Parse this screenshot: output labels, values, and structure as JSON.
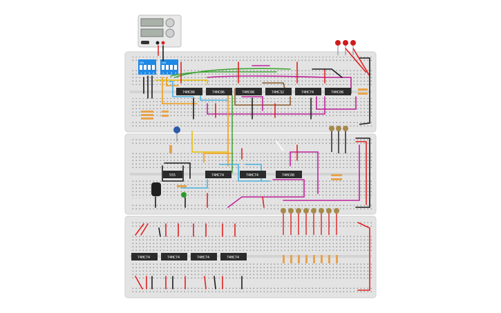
{
  "power_supply": {
    "knob_count": 2,
    "display_count": 2
  },
  "dip_switches": [
    {
      "label": "ON",
      "positions": [
        "1",
        "2",
        "3",
        "4"
      ]
    },
    {
      "label": "ON",
      "positions": [
        "1",
        "2",
        "3",
        "4"
      ]
    }
  ],
  "chips": {
    "board1": [
      "74HC86",
      "74HC86",
      "74HC08",
      "74HC32",
      "74HC74",
      "74HC08"
    ],
    "board2": [
      "555",
      "74HC74",
      "74HC74",
      "74HC08"
    ],
    "board3": [
      "74HC74",
      "74HC74",
      "74HC74",
      "74HC74"
    ]
  },
  "colors": {
    "breadboard": "#e3e3e3",
    "chip": "#2b2b2b",
    "wire_red": "#e02020",
    "wire_black": "#1a1a1a",
    "wire_green": "#3fa535",
    "wire_orange": "#f39c12",
    "wire_yellow": "#e8c000",
    "wire_blue": "#4ab3e0",
    "wire_magenta": "#c0209a",
    "wire_brown": "#8b5a2b",
    "dip_switch": "#1e88e5",
    "led_red": "#d11a1a",
    "led_amber": "#a68a4a",
    "led_green": "#2e9a2e",
    "capacitor": "#2a5aa8"
  }
}
